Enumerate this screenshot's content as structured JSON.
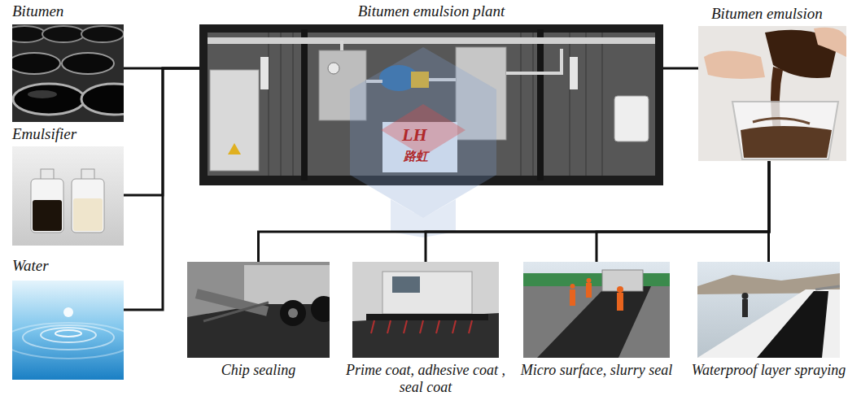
{
  "diagram": {
    "nodes": [
      {
        "text": [
          "Bitumen"
        ]
      },
      {
        "text": [
          "Emulsifier"
        ]
      },
      {
        "text": [
          "Water"
        ]
      },
      {
        "text": [
          "Bitumen emulsion plant"
        ]
      },
      {
        "text": [
          "Bitumen emulsion"
        ]
      },
      {
        "text": [
          "Chip sealing"
        ]
      },
      {
        "text": [
          "Prime coat, adhesive coat , seal coat"
        ]
      },
      {
        "text": [
          "Micro surface, slurry seal"
        ]
      },
      {
        "text": [
          "Waterproof layer spraying"
        ]
      }
    ],
    "edges": [
      {
        "from": 0,
        "to": 3,
        "arrow": "none"
      },
      {
        "from": 1,
        "to": 3,
        "arrow": "none"
      },
      {
        "from": 2,
        "to": 3,
        "arrow": "none"
      },
      {
        "from": 3,
        "to": 4,
        "arrow": "none"
      },
      {
        "from": 4,
        "to": 5,
        "arrow": "none"
      },
      {
        "from": 4,
        "to": 6,
        "arrow": "none"
      },
      {
        "from": 4,
        "to": 7,
        "arrow": "none"
      },
      {
        "from": 4,
        "to": 8,
        "arrow": "none"
      }
    ],
    "labels": [
      "LH",
      "路虹"
    ]
  }
}
